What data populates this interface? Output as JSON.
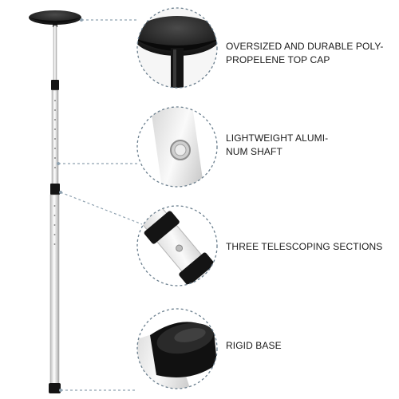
{
  "product": {
    "colors": {
      "cap": "#1c1c1c",
      "shaft": "#e4e4e4",
      "callout_ring": "#6b7f8e",
      "leader_line": "#8fa2b0"
    },
    "features": [
      {
        "icon": "top-cap-icon",
        "lines": [
          "OVERSIZED AND DURABLE POLY-",
          "PROPELENE TOP CAP"
        ]
      },
      {
        "icon": "shaft-icon",
        "lines": [
          "LIGHTWEIGHT ALUMI-",
          "NUM SHAFT"
        ]
      },
      {
        "icon": "telescoping-joint-icon",
        "lines": [
          "THREE TELESCOPING SECTIONS"
        ]
      },
      {
        "icon": "base-foot-icon",
        "lines": [
          "RIGID BASE"
        ]
      }
    ]
  }
}
